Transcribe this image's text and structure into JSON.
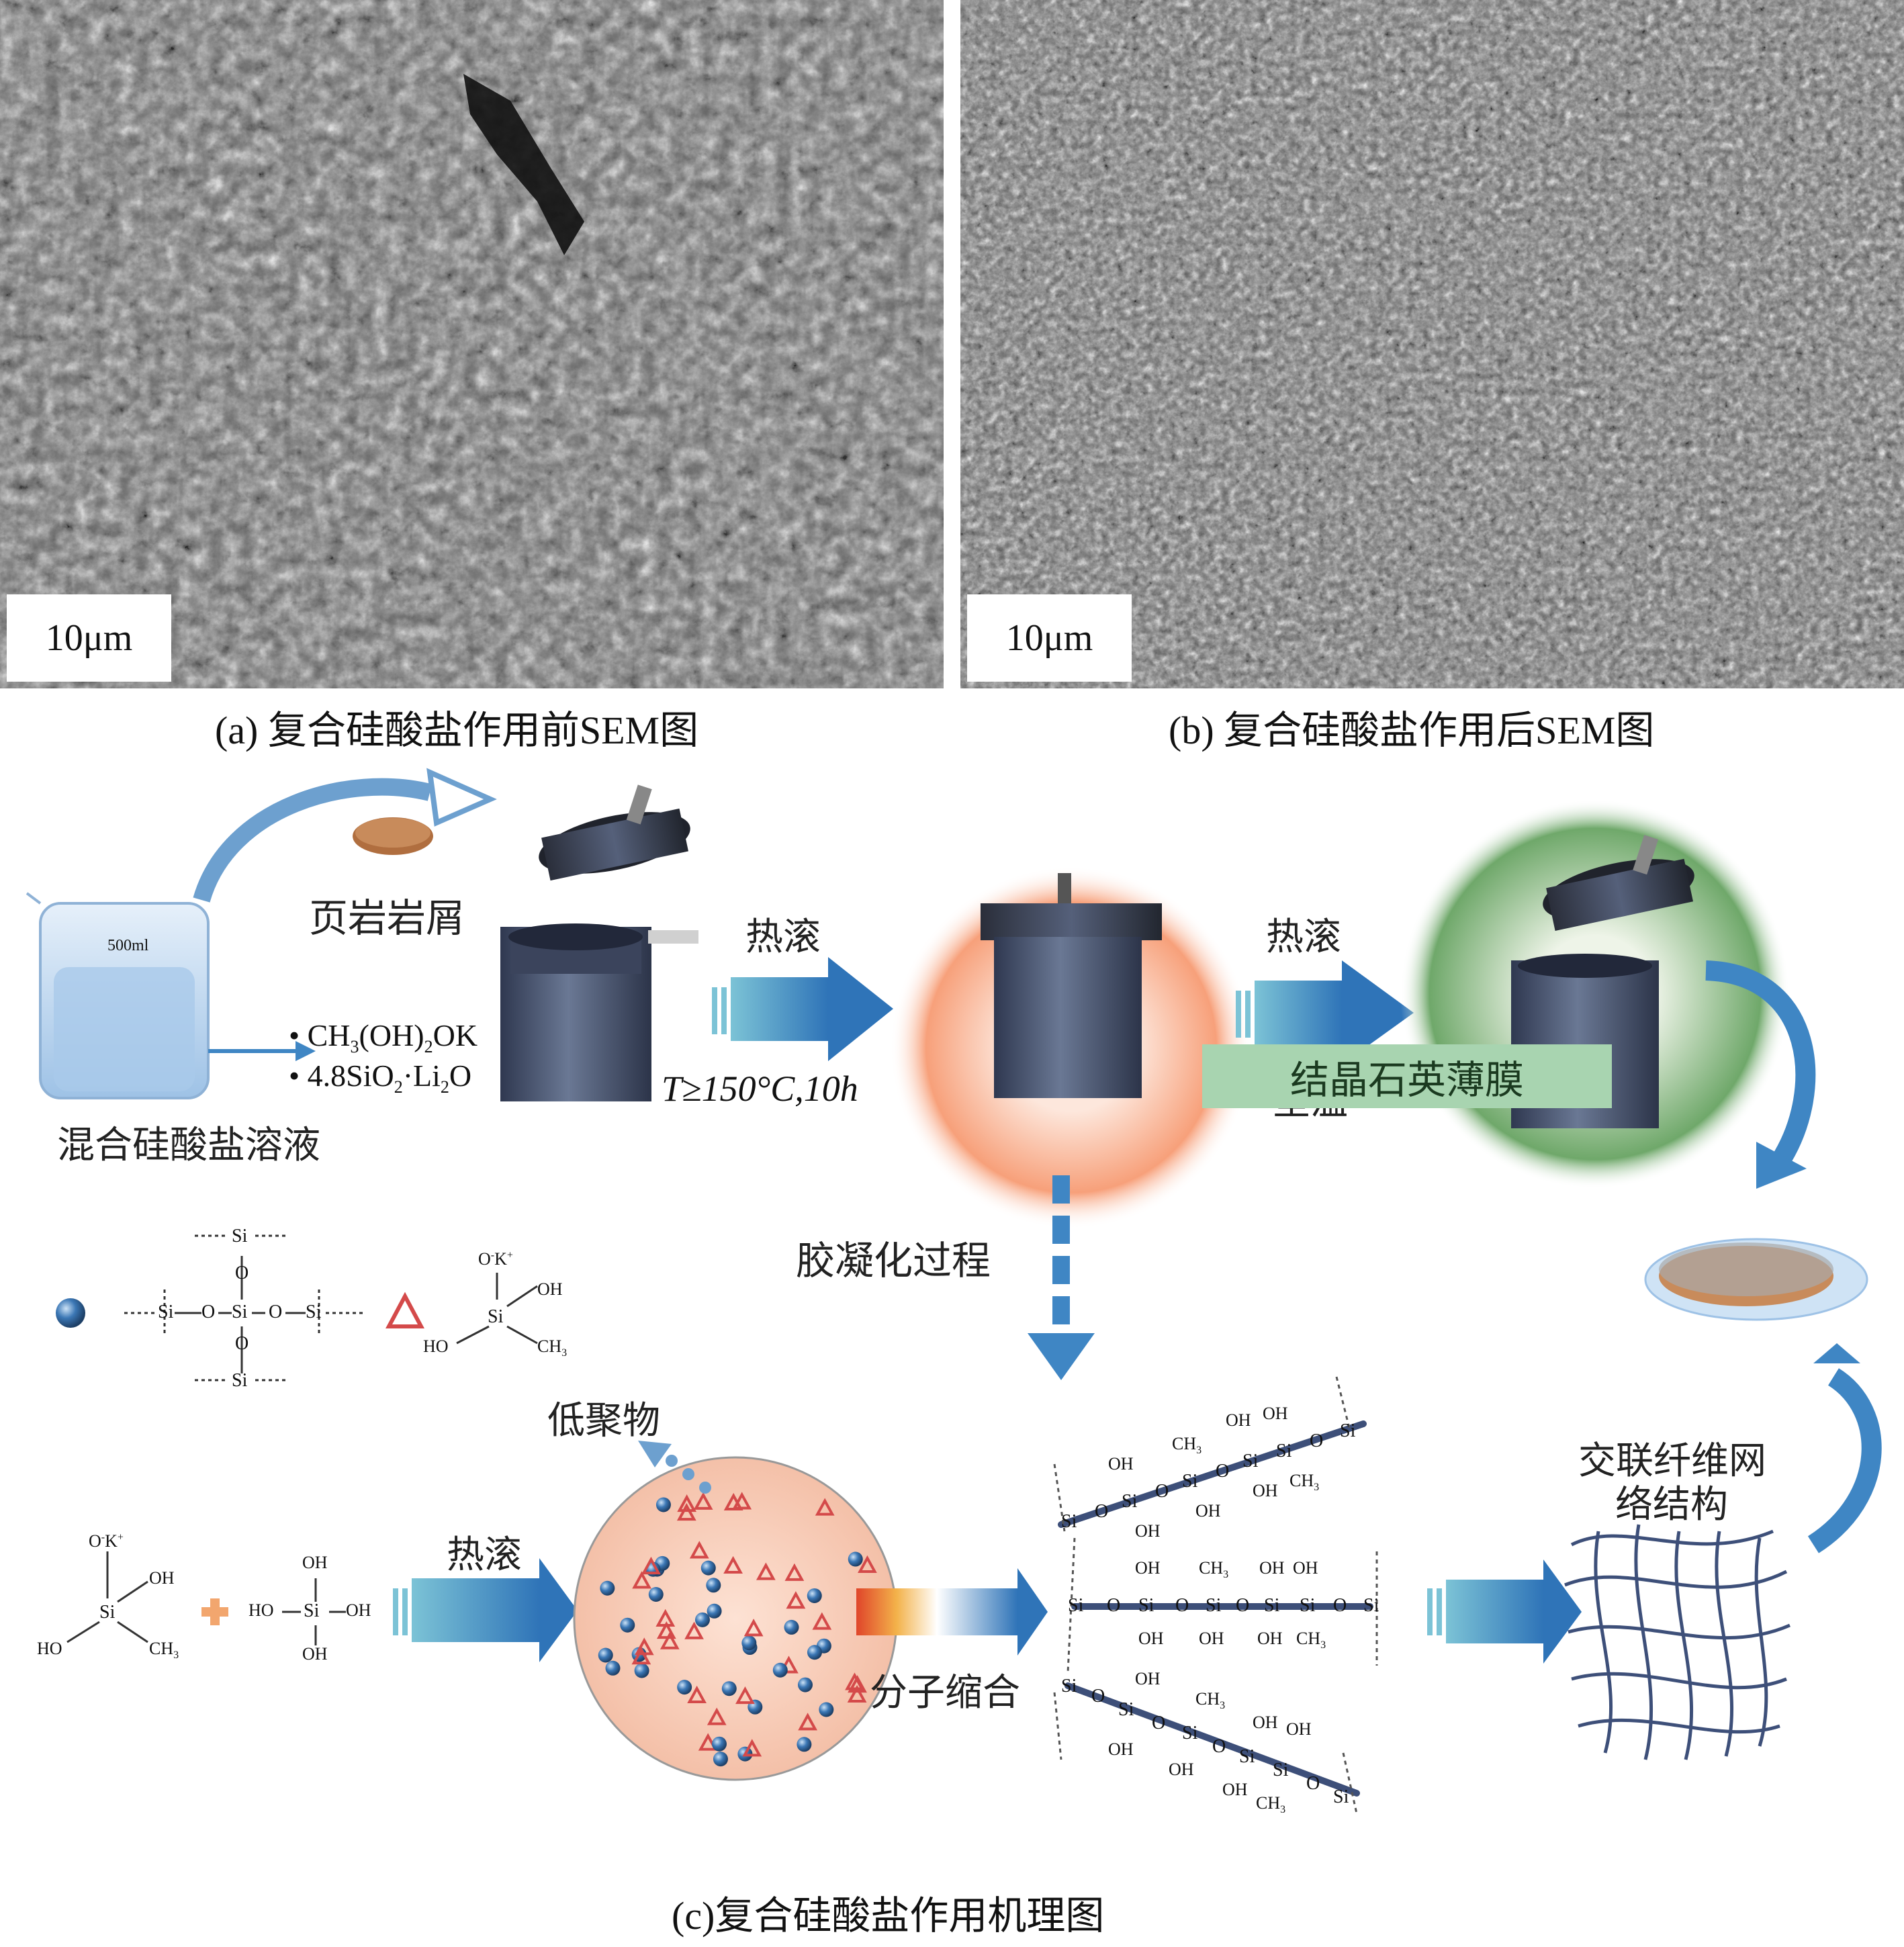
{
  "sem_images": {
    "a": {
      "scale_label": "10μm",
      "caption": "(a) 复合硅酸盐作用前SEM图"
    },
    "b": {
      "scale_label": "10μm",
      "caption": "(b) 复合硅酸盐作用后SEM图"
    }
  },
  "mechanism": {
    "beaker_volume": "500ml",
    "shale_label": "页岩岩屑",
    "solution_label": "混合硅酸盐溶液",
    "reagents": [
      "CH3(OH)2OK",
      "4.8SiO2·Li2O"
    ],
    "hot_roll_1": "热滚",
    "condition": "T≥150°C,10h",
    "hot_roll_2": "热滚",
    "room_temp": "室温",
    "gelation": "胶凝化过程",
    "film_label": "结晶石英薄膜",
    "oligomer": "低聚物",
    "hot_roll_3": "热滚",
    "condensation": "分子缩合",
    "network_label_line1": "交联纤维网",
    "network_label_line2": "络结构",
    "caption": "(c)复合硅酸盐作用机理图"
  },
  "chem_labels": {
    "si": "Si",
    "o": "O",
    "oh": "OH",
    "ho": "HO",
    "ch3": "CH3",
    "ok": "O-K+"
  },
  "colors": {
    "arrow_blue": "#3f86c4",
    "beaker_blue": "#b9d4ee",
    "cylinder": "#4a5570",
    "glow_orange": "#f7a07a",
    "glow_green": "#6fa86a",
    "banner_green": "#a8d4b0",
    "triangle_red": "#d44a4a",
    "sphere_blue": "#3b77b5"
  }
}
